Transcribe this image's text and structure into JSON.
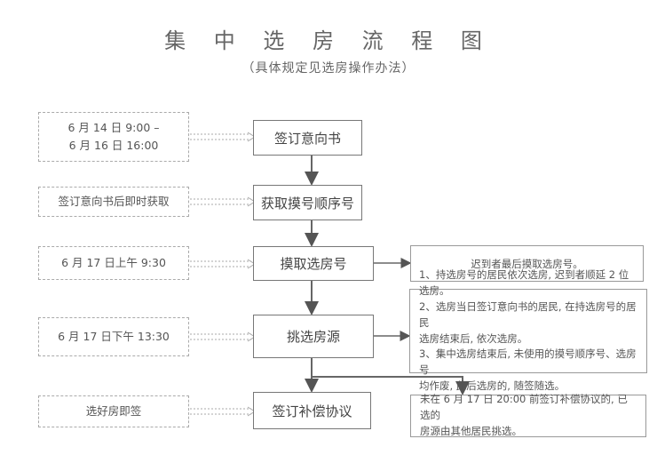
{
  "title": "集 中 选 房 流 程 图",
  "subtitle": "（具体规定见选房操作办法）",
  "steps": [
    {
      "label": "签订意向书"
    },
    {
      "label": "获取摸号顺序号"
    },
    {
      "label": "摸取选房号"
    },
    {
      "label": "挑选房源"
    },
    {
      "label": "签订补偿协议"
    }
  ],
  "conditions": [
    {
      "lines": [
        "6 月 14 日 9:00 –",
        "6 月 16 日 16:00"
      ]
    },
    {
      "lines": [
        "签订意向书后即时获取"
      ]
    },
    {
      "lines": [
        "6 月 17 日上午 9:30"
      ]
    },
    {
      "lines": [
        "6 月 17 日下午 13:30"
      ]
    },
    {
      "lines": [
        "选好房即签"
      ]
    }
  ],
  "notes": [
    {
      "lines": [
        "迟到者最后摸取选房号。"
      ]
    },
    {
      "lines": [
        "1、持选房号的居民依次选房, 迟到者顺延 2 位选房。",
        "2、选房当日签订意向书的居民, 在持选房号的居民",
        "选房结束后, 依次选房。",
        "3、集中选房结束后, 未使用的摸号顺序号、选房号",
        "均作废, 此后选房的, 随签随选。"
      ]
    },
    {
      "lines": [
        "未在 6 月 17 日 20:00 前签订补偿协议的, 已选的",
        "房源由其他居民挑选。"
      ]
    }
  ],
  "colors": {
    "line": "#666666",
    "dashed_border": "#aaaaaa",
    "text": "#555555"
  }
}
